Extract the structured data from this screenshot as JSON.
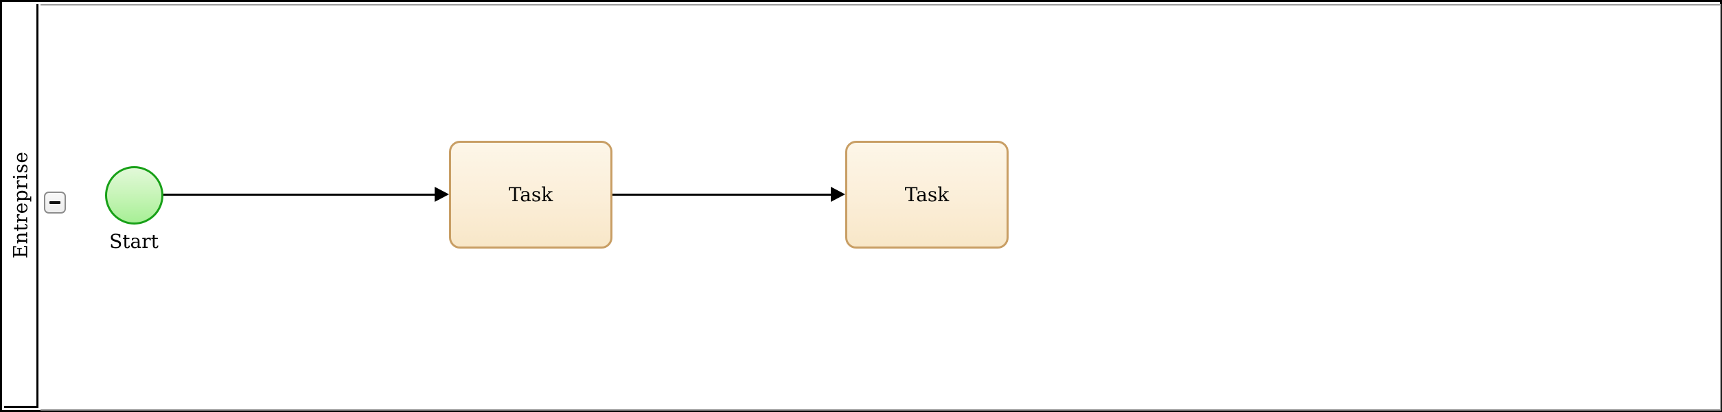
{
  "diagram": {
    "type": "bpmn-process",
    "pool": {
      "title": "Entreprise",
      "collapse_button": {
        "icon": "minus-icon",
        "state": "expanded"
      }
    },
    "nodes": [
      {
        "id": "start",
        "type": "start-event",
        "shape": "circle",
        "label": "Start"
      },
      {
        "id": "task-1",
        "type": "task",
        "shape": "rounded-rectangle",
        "label": "Task"
      },
      {
        "id": "task-2",
        "type": "task",
        "shape": "rounded-rectangle",
        "label": "Task"
      }
    ],
    "edges": [
      {
        "from": "start",
        "to": "task-1",
        "style": "solid-arrow"
      },
      {
        "from": "task-1",
        "to": "task-2",
        "style": "solid-arrow"
      }
    ],
    "colors": {
      "pool_border": "#000000",
      "lane_border": "#9c9c9c",
      "start_event_stroke": "#17a017",
      "start_event_fill_top": "#e2f9d9",
      "start_event_fill_bottom": "#a7ef96",
      "task_stroke": "#c89e64",
      "task_fill_top": "#fdf6e8",
      "task_fill_bottom": "#f8e7c8",
      "edge_color": "#000000",
      "collapse_button_bg": "#f4f4f4",
      "collapse_button_border": "#8c8c8c",
      "text_color": "#000000"
    }
  }
}
